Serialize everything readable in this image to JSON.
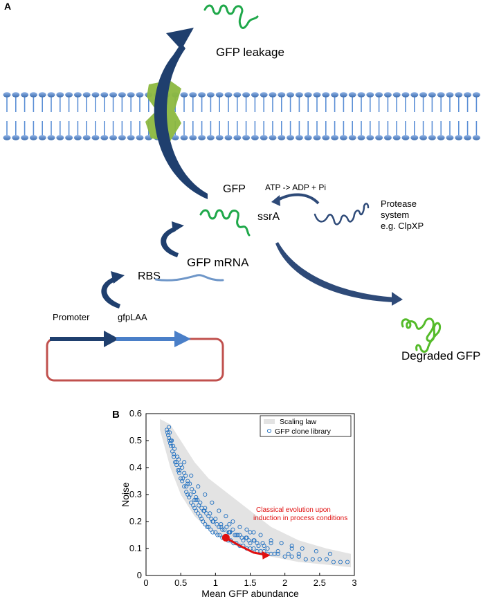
{
  "panel_a": {
    "label": "A",
    "labels": {
      "gfp_leakage": "GFP leakage",
      "gfp": "GFP",
      "atp": "ATP -> ADP + Pi",
      "ssra": "ssrA",
      "protease_1": "Protease",
      "protease_2": "system",
      "protease_3": "e.g. ClpXP",
      "gfp_mrna": "GFP mRNA",
      "rbs": "RBS",
      "promoter": "Promoter",
      "gfplaa": "gfpLAA",
      "degraded_gfp": "Degraded GFP"
    },
    "colors": {
      "membrane": "#5b8fd6",
      "membrane_dark": "#3f6fb0",
      "channel": "#8cb83f",
      "arrow": "#1f3f6e",
      "gfp_green": "#1fa84a",
      "degraded_green": "#55bb2a",
      "protease": "#2e4a78",
      "plasmid": "#c0504d",
      "promoter_arrow": "#1f3f6e",
      "gene_arrow": "#4a7fc8",
      "mrna": "#6e96c8"
    }
  },
  "panel_b": {
    "label": "B",
    "legend": {
      "band": "Scaling law",
      "points": "GFP clone library"
    },
    "annotation_1": "Classical evolution upon",
    "annotation_2": "induction in process conditions",
    "colors": {
      "points": "#1f6fc0",
      "band": "#e3e3e3",
      "arrow": "#e01010",
      "annotation": "#e01010"
    }
  },
  "chart_data": {
    "type": "scatter",
    "xlabel": "Mean GFP abundance",
    "ylabel": "Noise",
    "xlim": [
      0,
      3
    ],
    "ylim": [
      0,
      0.6
    ],
    "xticks": [
      "0",
      "0.5",
      "1",
      "1.5",
      "2",
      "2.5",
      "3"
    ],
    "yticks": [
      "0",
      "0.1",
      "0.2",
      "0.3",
      "0.4",
      "0.5",
      "0.6"
    ],
    "legend_position": "top-right",
    "series": [
      {
        "name": "GFP clone library",
        "x": [
          0.3,
          0.31,
          0.32,
          0.33,
          0.34,
          0.35,
          0.36,
          0.38,
          0.4,
          0.42,
          0.44,
          0.46,
          0.48,
          0.5,
          0.52,
          0.55,
          0.58,
          0.6,
          0.62,
          0.65,
          0.68,
          0.7,
          0.72,
          0.75,
          0.78,
          0.8,
          0.82,
          0.85,
          0.88,
          0.9,
          0.93,
          0.96,
          1.0,
          1.03,
          1.06,
          1.1,
          1.14,
          1.18,
          1.22,
          1.26,
          1.3,
          1.35,
          1.4,
          1.45,
          1.5,
          1.55,
          1.6,
          1.65,
          1.7,
          1.75,
          1.8,
          1.85,
          1.9,
          2.0,
          2.1,
          2.2,
          2.3,
          2.4,
          2.5,
          2.6,
          2.7,
          2.8,
          2.9,
          0.33,
          0.37,
          0.41,
          0.45,
          0.5,
          0.55,
          0.6,
          0.66,
          0.72,
          0.78,
          0.85,
          0.92,
          1.0,
          1.08,
          1.16,
          1.25,
          1.35,
          1.45,
          1.55,
          1.7,
          0.36,
          0.4,
          0.44,
          0.48,
          0.53,
          0.58,
          0.64,
          0.7,
          0.76,
          0.83,
          0.9,
          0.97,
          1.05,
          1.13,
          1.21,
          1.3,
          1.4,
          1.5,
          1.62,
          1.75,
          1.9,
          2.05,
          2.2,
          0.55,
          0.65,
          0.75,
          0.85,
          0.95,
          1.05,
          1.15,
          1.25,
          1.35,
          1.45,
          1.55,
          1.65,
          1.8,
          1.95,
          2.1,
          2.25,
          2.45,
          2.65,
          0.34,
          0.39,
          0.47,
          0.52,
          0.57,
          0.63,
          0.69,
          0.74,
          0.8,
          0.87,
          0.94,
          1.02,
          1.1,
          1.19,
          1.28,
          1.38,
          1.48,
          1.6,
          0.6,
          0.72,
          0.84,
          0.96,
          1.08,
          1.2,
          1.32,
          1.44,
          1.56,
          1.68,
          1.2,
          1.5,
          1.8,
          2.1
        ],
        "y": [
          0.54,
          0.53,
          0.52,
          0.51,
          0.5,
          0.49,
          0.48,
          0.46,
          0.44,
          0.42,
          0.41,
          0.39,
          0.38,
          0.36,
          0.35,
          0.33,
          0.31,
          0.3,
          0.29,
          0.27,
          0.26,
          0.25,
          0.24,
          0.23,
          0.22,
          0.21,
          0.2,
          0.19,
          0.18,
          0.18,
          0.17,
          0.16,
          0.16,
          0.15,
          0.15,
          0.14,
          0.14,
          0.13,
          0.13,
          0.12,
          0.12,
          0.11,
          0.11,
          0.1,
          0.1,
          0.1,
          0.09,
          0.09,
          0.09,
          0.08,
          0.08,
          0.08,
          0.08,
          0.07,
          0.07,
          0.07,
          0.06,
          0.06,
          0.06,
          0.06,
          0.05,
          0.05,
          0.05,
          0.55,
          0.5,
          0.47,
          0.44,
          0.41,
          0.38,
          0.35,
          0.32,
          0.29,
          0.27,
          0.25,
          0.23,
          0.21,
          0.19,
          0.18,
          0.17,
          0.15,
          0.14,
          0.13,
          0.11,
          0.5,
          0.45,
          0.42,
          0.39,
          0.36,
          0.33,
          0.3,
          0.28,
          0.26,
          0.24,
          0.22,
          0.2,
          0.18,
          0.17,
          0.16,
          0.15,
          0.13,
          0.12,
          0.11,
          0.1,
          0.09,
          0.08,
          0.08,
          0.42,
          0.37,
          0.33,
          0.3,
          0.27,
          0.24,
          0.22,
          0.2,
          0.18,
          0.17,
          0.16,
          0.15,
          0.13,
          0.12,
          0.11,
          0.1,
          0.09,
          0.08,
          0.53,
          0.48,
          0.43,
          0.4,
          0.37,
          0.34,
          0.31,
          0.28,
          0.25,
          0.23,
          0.21,
          0.19,
          0.17,
          0.16,
          0.15,
          0.14,
          0.13,
          0.12,
          0.34,
          0.28,
          0.24,
          0.2,
          0.18,
          0.16,
          0.15,
          0.14,
          0.13,
          0.12,
          0.19,
          0.16,
          0.12,
          0.1
        ]
      }
    ],
    "band_upper": {
      "x": [
        0.2,
        0.35,
        0.5,
        0.7,
        0.9,
        1.2,
        1.5,
        1.8,
        2.2,
        2.6,
        2.95
      ],
      "y": [
        0.58,
        0.56,
        0.5,
        0.42,
        0.36,
        0.3,
        0.24,
        0.18,
        0.13,
        0.1,
        0.08
      ]
    },
    "band_lower": {
      "x": [
        0.2,
        0.35,
        0.5,
        0.7,
        0.9,
        1.2,
        1.5,
        1.8,
        2.2,
        2.6,
        2.95
      ],
      "y": [
        0.54,
        0.4,
        0.3,
        0.22,
        0.17,
        0.12,
        0.09,
        0.07,
        0.05,
        0.04,
        0.03
      ]
    },
    "highlight_point": {
      "x": 1.15,
      "y": 0.14
    },
    "evolution_path": {
      "x": [
        1.15,
        1.35,
        1.55,
        1.75
      ],
      "y": [
        0.14,
        0.11,
        0.085,
        0.075
      ]
    }
  }
}
